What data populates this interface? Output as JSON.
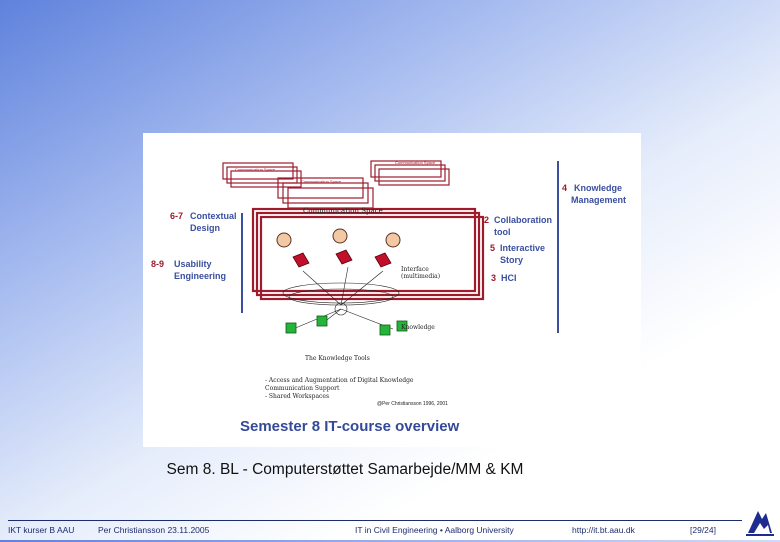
{
  "figure": {
    "stack_labels": {
      "top_left": "Communication Space",
      "top_right": "Communication Space",
      "middle": "Communication Space",
      "front": "Communication Space"
    },
    "modules": {
      "contextual_design_num": "6-7",
      "contextual_design_l1": "Contextual",
      "contextual_design_l2": "Design",
      "usability_num": "8-9",
      "usability_l1": "Usability",
      "usability_l2": "Engineering",
      "knowledge_mgmt_num": "4",
      "knowledge_mgmt_l1": "Knowledge",
      "knowledge_mgmt_l2": "Management",
      "collab_num": "2",
      "collab_l1": "Collaboration",
      "collab_l2": "tool",
      "interactive_num": "5",
      "interactive_l1": "Interactive",
      "interactive_l2": "Story",
      "hci_num": "3",
      "hci_l1": "HCI"
    },
    "labels": {
      "interface": "Interface",
      "multimedia": "(multimedia)",
      "knowledge": "Knowledge",
      "knowledge_tools": "The Knowledge Tools"
    },
    "bullets": [
      "- Access and Augmentation of Digital Knowledge",
      "  Communication Support",
      "- Shared Workspaces"
    ],
    "copyright": "@Per Christiansson 1996, 2001",
    "title": "Semester 8 IT-course overview"
  },
  "caption": "Sem 8. BL - Computerstøttet Samarbejde/MM & KM",
  "footer": {
    "course": "IKT kurser B AAU",
    "author_date": "Per Christiansson 23.11.2005",
    "institution": "IT in Civil Engineering • Aalborg University",
    "url": "http://it.bt.aau.dk",
    "page": "[29/24]"
  },
  "colors": {
    "accent_red": "#9e1b2c",
    "accent_blue": "#3a4fa0",
    "title_blue": "#344a98"
  }
}
